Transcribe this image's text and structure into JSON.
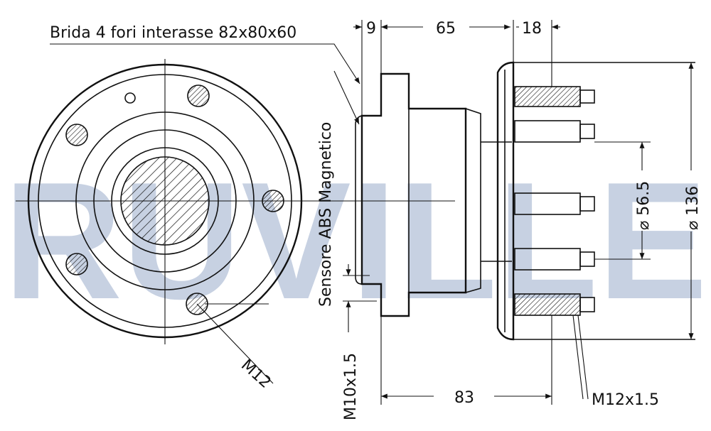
{
  "watermark": {
    "text": "RUVILLE",
    "color": "#c7d1e2"
  },
  "labels": {
    "flange_note": "Brida 4 fori interasse 82x80x60",
    "abs_sensor": "Sensore ABS Magnetico",
    "dim_9": "9",
    "dim_65": "65",
    "dim_18": "18",
    "dim_83": "83",
    "dim_56_5": "⌀ 56.5",
    "dim_136": "⌀ 136",
    "thread_m12": "M12",
    "thread_m10": "M10x1.5",
    "thread_m12x15": "M12x1.5"
  },
  "colors": {
    "line": "#111111",
    "hatch": "#111111",
    "hole_fill": "#9a9a9a"
  }
}
